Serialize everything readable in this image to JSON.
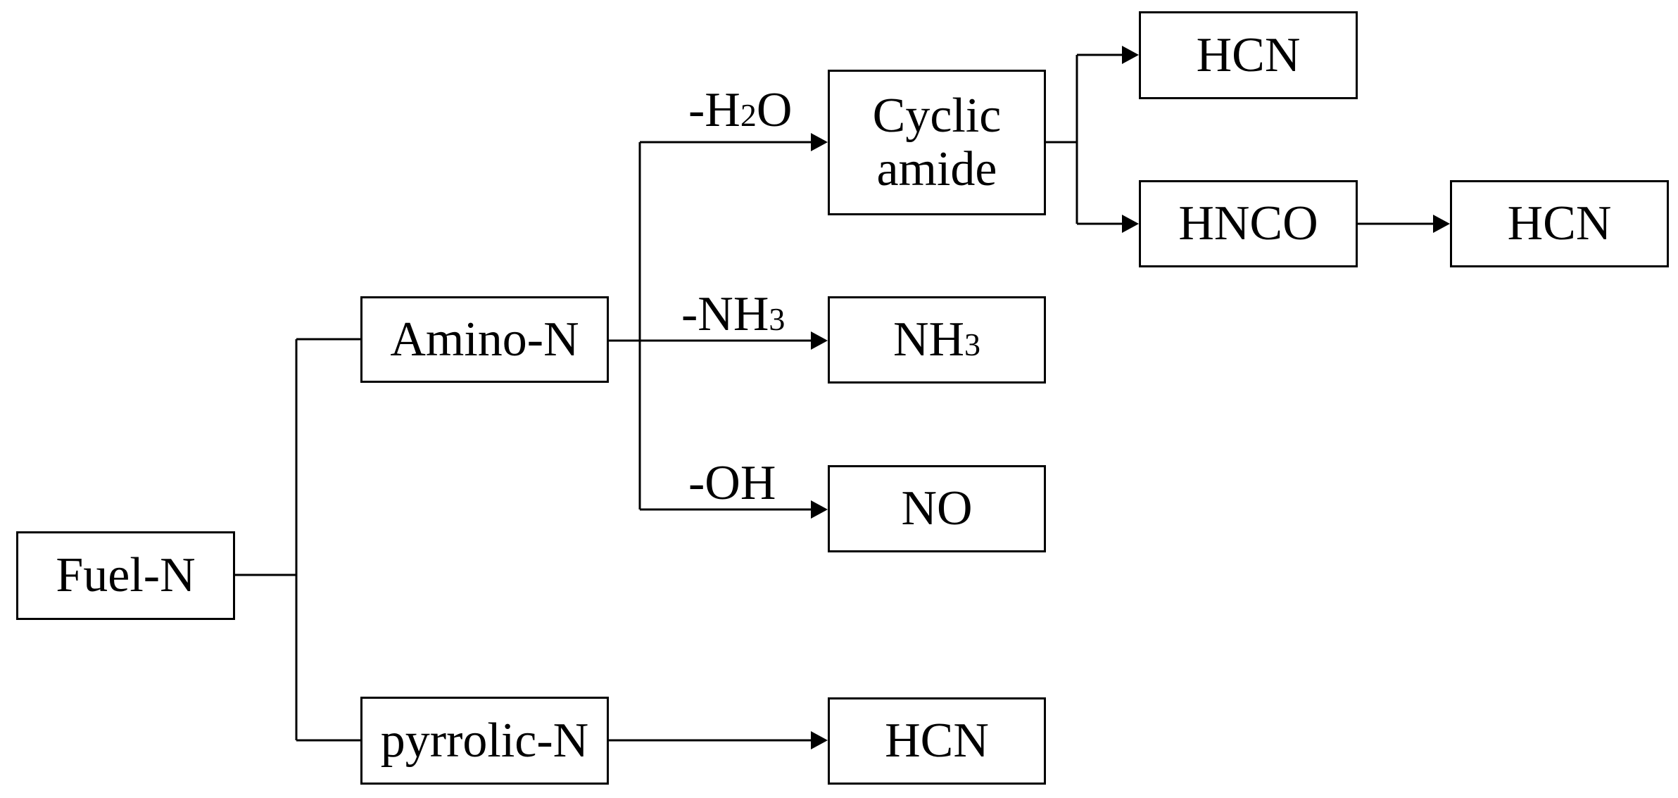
{
  "nodes": {
    "fuel_n": "Fuel-N",
    "amino_n": "Amino-N",
    "pyrrolic_n": "pyrrolic-N",
    "cyclic_amide": [
      "Cyclic",
      "amide"
    ],
    "hcn_top": "HCN",
    "hnco": "HNCO",
    "hcn_right": "HCN",
    "nh3": {
      "base": "NH",
      "sub": "3"
    },
    "no": "NO",
    "hcn_bottom": "HCN"
  },
  "edges": {
    "minus_h2o": {
      "pre": "-H",
      "sub": "2",
      "post": "O"
    },
    "minus_nh3": {
      "pre": "-NH",
      "sub": "3"
    },
    "minus_oh": "-OH"
  }
}
